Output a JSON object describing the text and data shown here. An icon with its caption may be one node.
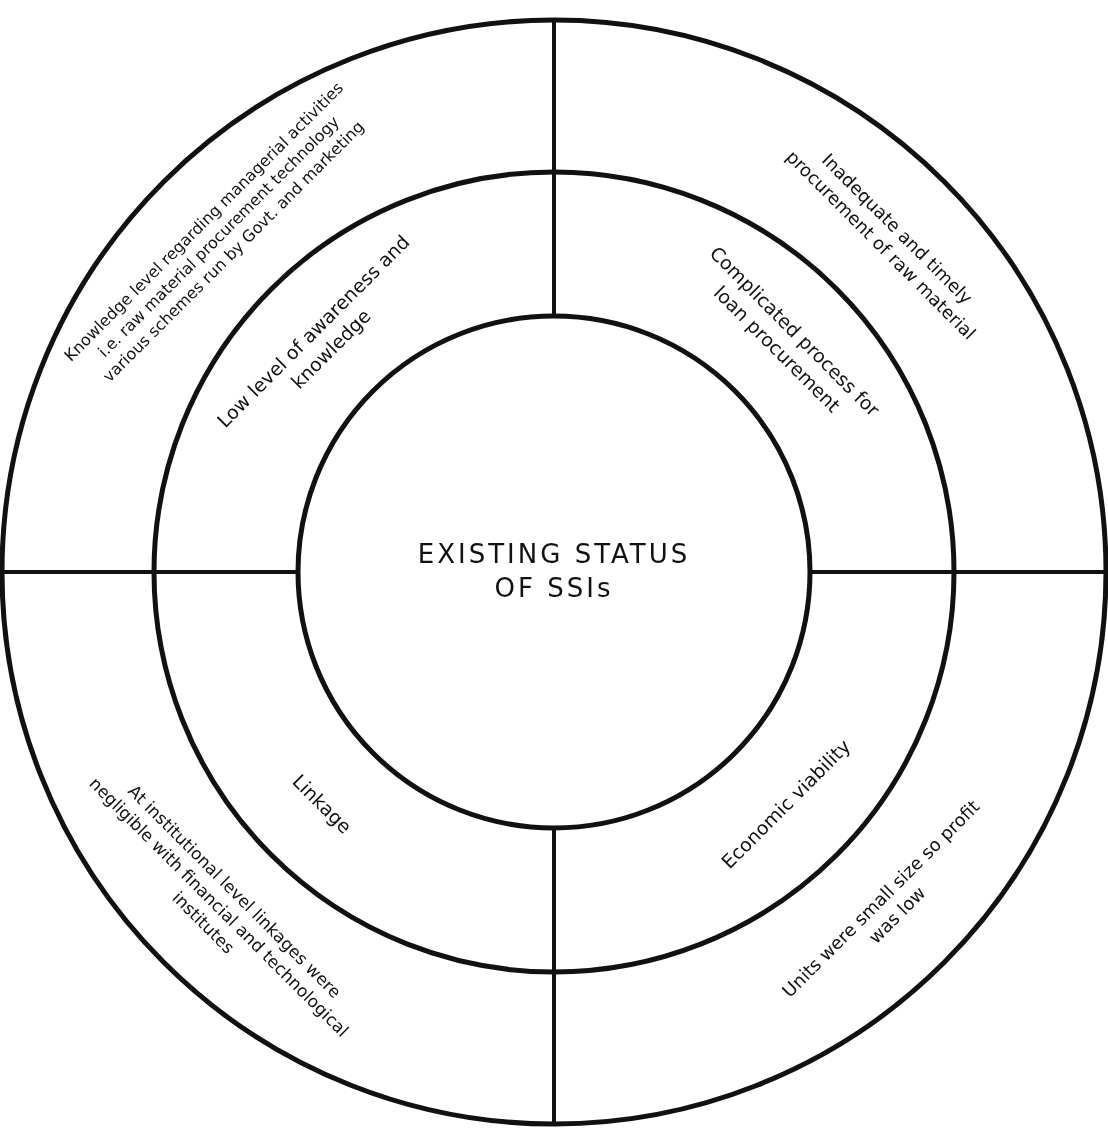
{
  "diagram": {
    "nodes": [
      {
        "text": [
          "EXISTING STATUS OF SSIs"
        ]
      },
      {
        "text": [
          "Low level of awareness and knowledge"
        ]
      },
      {
        "text": [
          "Complicated process for loan procurement"
        ]
      },
      {
        "text": [
          "Linkage"
        ]
      },
      {
        "text": [
          "Economic viability"
        ]
      },
      {
        "text": [
          "Knowledge level regarding managerial activities i.e. raw material procurement technology various schemes run by Govt. and marketing"
        ]
      },
      {
        "text": [
          "Inadequate and timely procurement of raw material"
        ]
      },
      {
        "text": [
          "At institutional level linkages were negligible with financial and technological institutes"
        ]
      },
      {
        "text": [
          "Units were small size so profit was low"
        ]
      }
    ]
  }
}
